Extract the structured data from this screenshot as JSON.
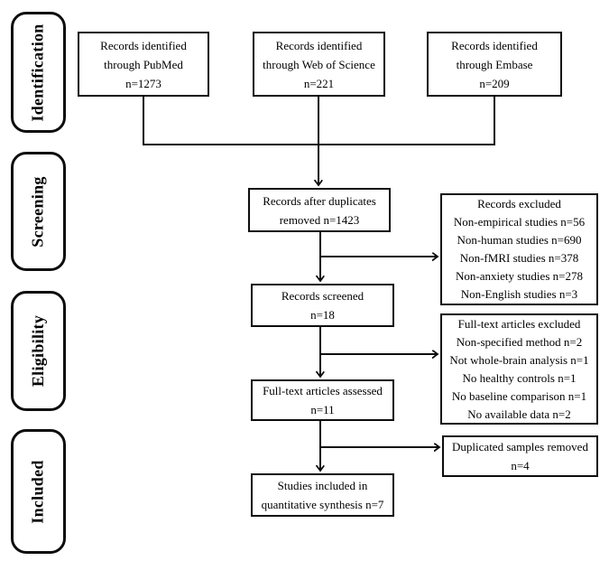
{
  "figure": {
    "background": "#ffffff",
    "line_color": "#000000"
  },
  "sidebar": {
    "labels": [
      "Identification",
      "Screening",
      "Eligibility",
      "Included"
    ]
  },
  "boxes": {
    "pubmed": {
      "lines": [
        "Records identified",
        "through PubMed",
        "n=1273"
      ]
    },
    "web_of_science": {
      "lines": [
        "Records identified",
        "through Web of Science",
        "n=221"
      ]
    },
    "embase": {
      "lines": [
        "Records identified",
        "through Embase",
        "n=209"
      ]
    },
    "duplicates_removed": {
      "lines": [
        "Records after duplicates",
        "removed n=1423"
      ]
    },
    "records_screened": {
      "lines": [
        "Records screened",
        "n=18"
      ]
    },
    "fulltext_assessed": {
      "lines": [
        "Full-text articles assessed",
        "n=11"
      ]
    },
    "studies_included": {
      "lines": [
        "Studies included in",
        "quantitative synthesis n=7"
      ]
    },
    "records_excluded": {
      "lines": [
        "Records excluded",
        "Non-empirical studies n=56",
        "Non-human studies n=690",
        "Non-fMRI studies n=378",
        "Non-anxiety studies n=278",
        "Non-English studies n=3"
      ]
    },
    "fulltext_excluded": {
      "lines": [
        "Full-text articles excluded",
        "Non-specified method n=2",
        "Not whole-brain analysis n=1",
        "No healthy controls n=1",
        "No baseline comparison n=1",
        "No available data n=2"
      ]
    },
    "duplicated_samples": {
      "lines": [
        "Duplicated samples removed",
        "n=4"
      ]
    }
  }
}
